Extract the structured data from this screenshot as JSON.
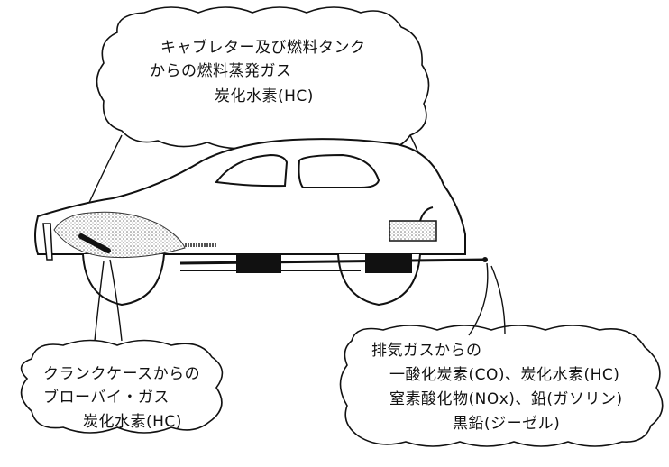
{
  "callouts": {
    "top": {
      "line1": "キャブレター及び燃料タンク",
      "line2": "からの燃料蒸発ガス",
      "line3": "炭化水素(HC)"
    },
    "left": {
      "line1": "クランクケースからの",
      "line2": "ブローバイ・ガス",
      "line3": "炭化水素(HC)"
    },
    "right": {
      "line1": "排気ガスからの",
      "line2": "一酸化炭素(CO)、炭化水素(HC)",
      "line3": "窒素酸化物(NOx)、鉛(ガソリン)",
      "line4": "黒鉛(ジーゼル)"
    }
  },
  "colors": {
    "ink": "#111111",
    "paper": "#ffffff",
    "stipple": "#9a9a9a"
  }
}
